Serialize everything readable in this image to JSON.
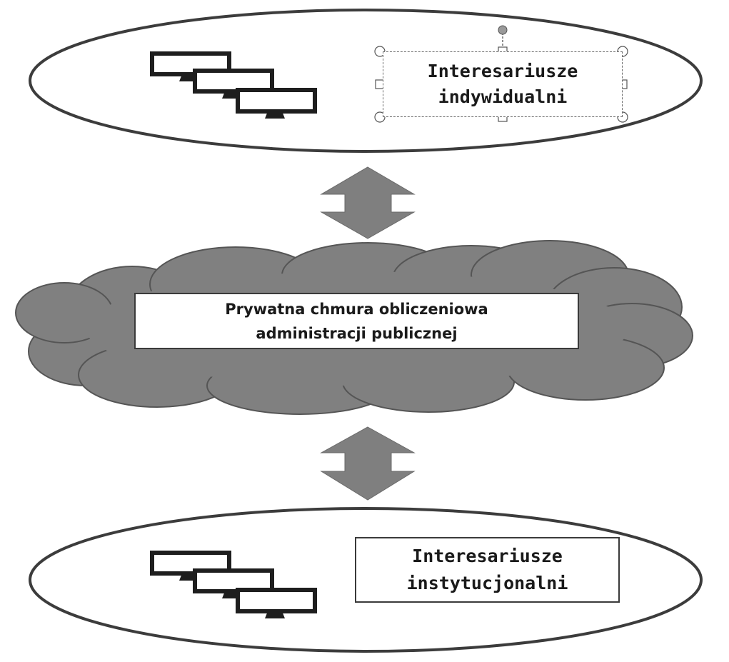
{
  "diagram": {
    "top_group": {
      "label": "Interesariusze\nindywidualni"
    },
    "center": {
      "label": "Prywatna chmura obliczeniowa\nadministracji publicznej"
    },
    "bottom_group": {
      "label": "Interesariusze\ninstytucjonalni"
    }
  },
  "colors": {
    "ellipse_stroke": "#3c3c3c",
    "arrow_fill": "#7f7f7f",
    "cloud_fill": "#808080",
    "cloud_stroke": "#555555",
    "monitor_stroke": "#1e1e1e"
  },
  "icons": [
    "monitor-icon",
    "double-arrow-icon",
    "cloud-shape"
  ]
}
